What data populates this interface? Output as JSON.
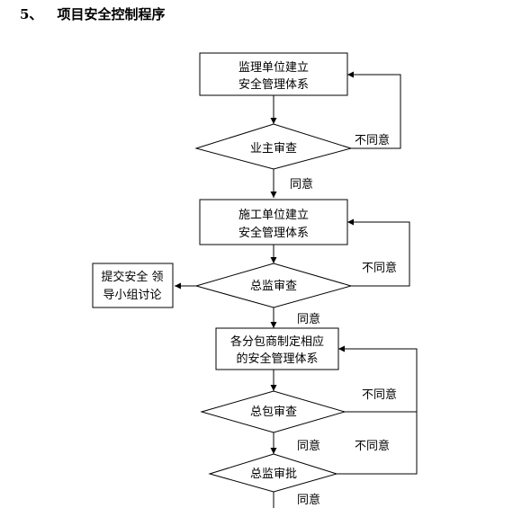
{
  "heading": {
    "number": "5、",
    "title": "项目安全控制程序"
  },
  "nodes": {
    "supervisor_box": {
      "line1": "监理单位建立",
      "line2": "安全管理体系"
    },
    "owner_review": "业主审查",
    "construction_box": {
      "line1": "施工单位建立",
      "line2": "安全管理体系"
    },
    "chief_supervisor_review": "总监审查",
    "side_box": {
      "line1": "提交安全 领",
      "line2": "导小组讨论"
    },
    "subcontractor_box": {
      "line1": "各分包商制定相应",
      "line2": "的安全管理体系"
    },
    "general_contractor_review": "总包审查",
    "chief_supervisor_approve": "总监审批"
  },
  "edge_labels": {
    "reject_1": "不同意",
    "agree_1": "同意",
    "reject_2": "不同意",
    "agree_2": "同意",
    "reject_3": "不同意",
    "agree_3": "同意",
    "reject_4": "不同意",
    "agree_4": "同意"
  }
}
